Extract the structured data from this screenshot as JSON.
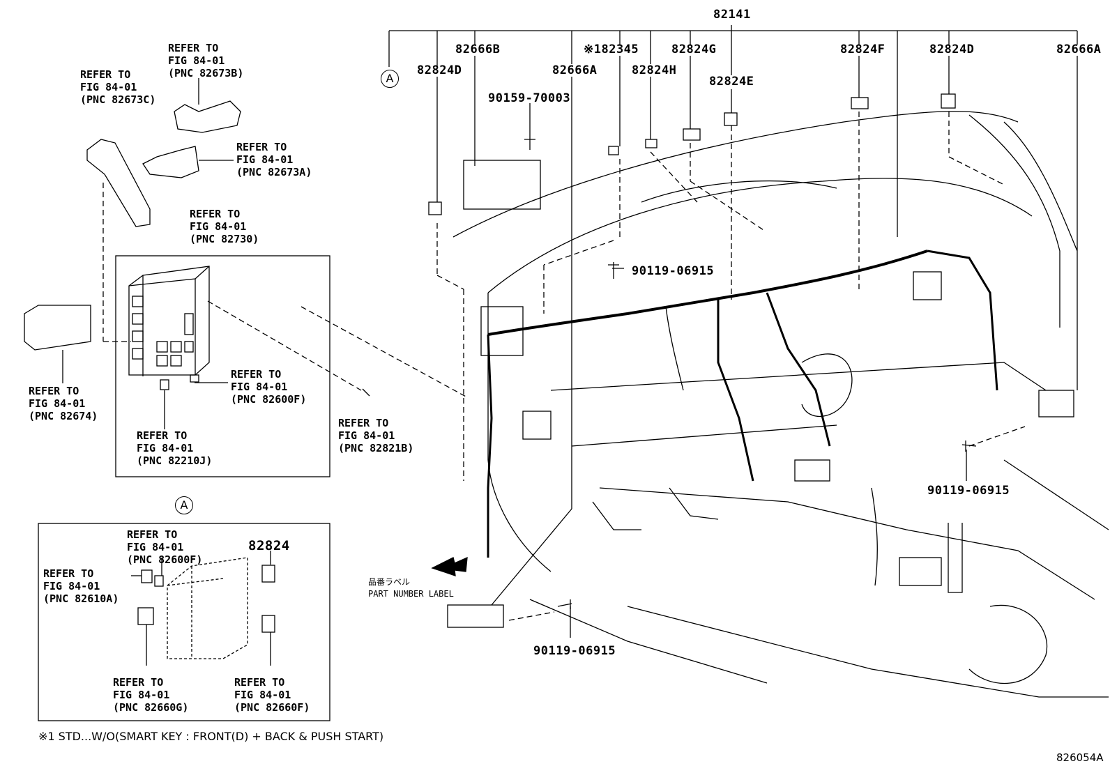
{
  "title_part": "82141",
  "callouts": {
    "c_82666b": "82666B",
    "c_182345": "※182345",
    "c_82824g": "82824G",
    "c_82824f": "82824F",
    "c_82824d_top": "82824D",
    "c_82666a_right": "82666A",
    "c_82824d_left": "82824D",
    "c_82666a_mid": "82666A",
    "c_82824h": "82824H",
    "c_82824e": "82824E",
    "c_90159": "90159-70003",
    "c_90119_a": "90119-06915",
    "c_90119_b": "90119-06915",
    "c_90119_c": "90119-06915",
    "c_82824_inset": "82824"
  },
  "circle_marker": "A",
  "refs": {
    "r_82673b": [
      "REFER TO",
      "FIG 84-01",
      "(PNC 82673B)"
    ],
    "r_82673c": [
      "REFER TO",
      "FIG 84-01",
      "(PNC 82673C)"
    ],
    "r_82673a": [
      "REFER TO",
      "FIG 84-01",
      "(PNC 82673A)"
    ],
    "r_82730": [
      "REFER TO",
      "FIG 84-01",
      "(PNC 82730)"
    ],
    "r_82674": [
      "REFER TO",
      "FIG 84-01",
      "(PNC 82674)"
    ],
    "r_82600f_a": [
      "REFER TO",
      "FIG 84-01",
      "(PNC 82600F)"
    ],
    "r_82210j": [
      "REFER TO",
      "FIG 84-01",
      "(PNC 82210J)"
    ],
    "r_82821b": [
      "REFER TO",
      "FIG 84-01",
      "(PNC 82821B)"
    ],
    "r_82600f_b": [
      "REFER TO",
      "FIG 84-01",
      "(PNC 82600F)"
    ],
    "r_82610a": [
      "REFER TO",
      "FIG 84-01",
      "(PNC 82610A)"
    ],
    "r_82660g": [
      "REFER TO",
      "FIG 84-01",
      "(PNC 82660G)"
    ],
    "r_82660f": [
      "REFER TO",
      "FIG 84-01",
      "(PNC 82660F)"
    ]
  },
  "part_label_jp": "品番ラベル",
  "part_label_en": "PART NUMBER LABEL",
  "footnote": "※1 STD...W/O(SMART KEY : FRONT(D) + BACK & PUSH START)",
  "figure_code": "826054A"
}
